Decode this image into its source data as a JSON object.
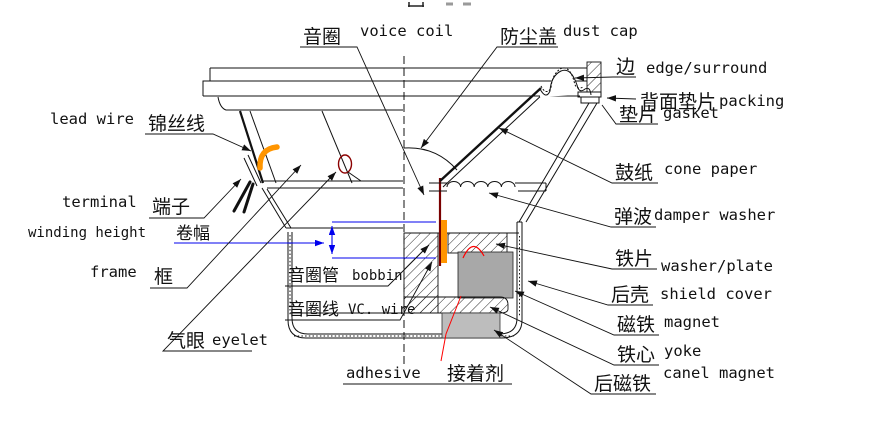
{
  "labels": {
    "voice_coil": {
      "cn": "音圈",
      "en": "voice coil"
    },
    "dust_cap": {
      "cn": "防尘盖",
      "en": "dust cap"
    },
    "edge": {
      "cn": "边",
      "en": "edge/surround"
    },
    "packing": {
      "cn": "背面垫片",
      "en": "packing"
    },
    "gasket": {
      "cn": "垫片",
      "en": "gasket"
    },
    "cone_paper": {
      "cn": "鼓纸",
      "en": "cone paper"
    },
    "damper": {
      "cn": "弹波",
      "en": "damper washer"
    },
    "washer_plate": {
      "cn": "铁片",
      "en": "washer/plate"
    },
    "shield_cover": {
      "cn": "后壳",
      "en": "shield cover"
    },
    "magnet": {
      "cn": "磁铁",
      "en": "magnet"
    },
    "yoke": {
      "cn": "铁心",
      "en": "yoke"
    },
    "canel_magnet": {
      "cn": "后磁铁",
      "en": "canel magnet"
    },
    "lead_wire": {
      "en": "lead wire",
      "cn": "锦丝线"
    },
    "terminal": {
      "en": "terminal",
      "cn": "端子"
    },
    "winding_height": {
      "en": "winding height",
      "cn": "卷幅"
    },
    "frame": {
      "en": "frame",
      "cn": "框"
    },
    "eyelet": {
      "cn": "气眼",
      "en": "eyelet"
    },
    "bobbin": {
      "cn": "音圈管",
      "en": "bobbin"
    },
    "vc_wire": {
      "cn": "音圈线",
      "en": "VC. wire"
    },
    "adhesive": {
      "en": "adhesive",
      "cn": "接着剂"
    }
  },
  "colors": {
    "line": "#111111",
    "dimension_blue": "#0000ee",
    "highlight_orange": "#ff9500",
    "bobbin_maroon": "#7a0000",
    "adhesive_red": "#ff0000",
    "eyelet_ring": "#8b0000",
    "magnet_gray": "#a8a8a8",
    "back_magnet_gray": "#bdbdbd"
  }
}
